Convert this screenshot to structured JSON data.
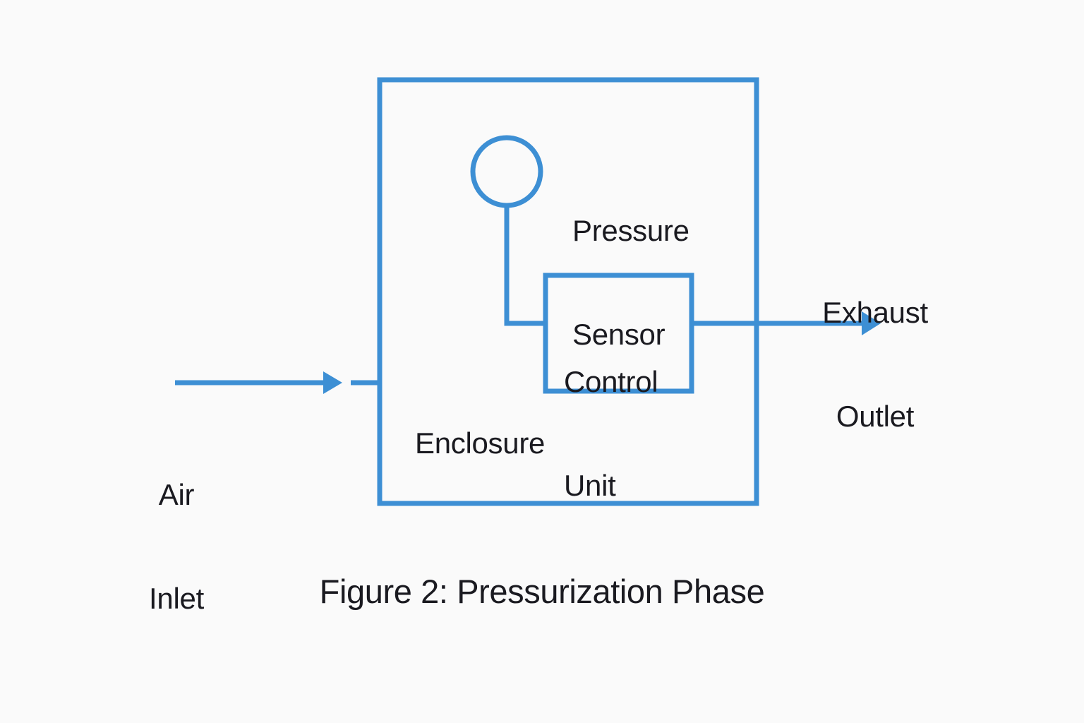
{
  "figure": {
    "caption": "Figure 2: Pressurization Phase",
    "background_color": "#fafafa",
    "line_color": "#3d8fd4",
    "text_color": "#1a1a20"
  },
  "diagram": {
    "type": "block-flow-diagram",
    "enclosure": {
      "label": "Enclosure"
    },
    "pressure_sensor": {
      "label_line1": "Pressure",
      "label_line2": "Sensor",
      "shape": "circle"
    },
    "control_unit": {
      "label_line1": "Control",
      "label_line2": "Unit",
      "shape": "rectangle"
    },
    "air_inlet": {
      "label_line1": "Air",
      "label_line2": "Inlet",
      "direction": "into-enclosure"
    },
    "exhaust_outlet": {
      "label_line1": "Exhaust",
      "label_line2": "Outlet",
      "direction": "out-of-enclosure"
    },
    "connections": [
      {
        "from": "pressure-sensor",
        "to": "control-unit",
        "style": "elbow"
      },
      {
        "from": "air-inlet",
        "to": "enclosure",
        "style": "arrow"
      },
      {
        "from": "control-unit",
        "to": "exhaust-outlet",
        "style": "arrow"
      }
    ]
  }
}
